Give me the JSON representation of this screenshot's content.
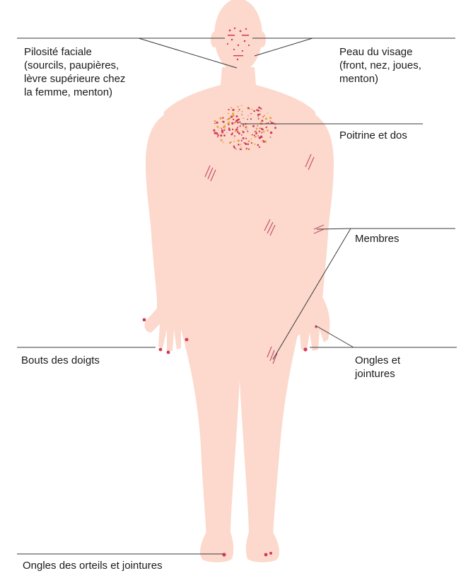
{
  "labels": {
    "facial_hair": "Pilosité faciale\n(sourcils, paupières,\nlèvre supérieure chez\nla femme, menton)",
    "face_skin": "Peau du visage\n(front, nez, joues,\nmenton)",
    "chest_back": "Poitrine et dos",
    "limbs": "Membres",
    "fingertips": "Bouts des doigts",
    "nails_joints": "Ongles et\njointures",
    "toenails_joints": "Ongles des orteils et jointures"
  },
  "colors": {
    "skin": "#fcd9cc",
    "skin_edge": "#f2bfae",
    "lesion_dot": "#d23a5a",
    "lesion_mark": "#c8506e",
    "dot_alt": "#e4a52c",
    "leader_line": "#3a3a3a",
    "text": "#1a1a1a"
  }
}
